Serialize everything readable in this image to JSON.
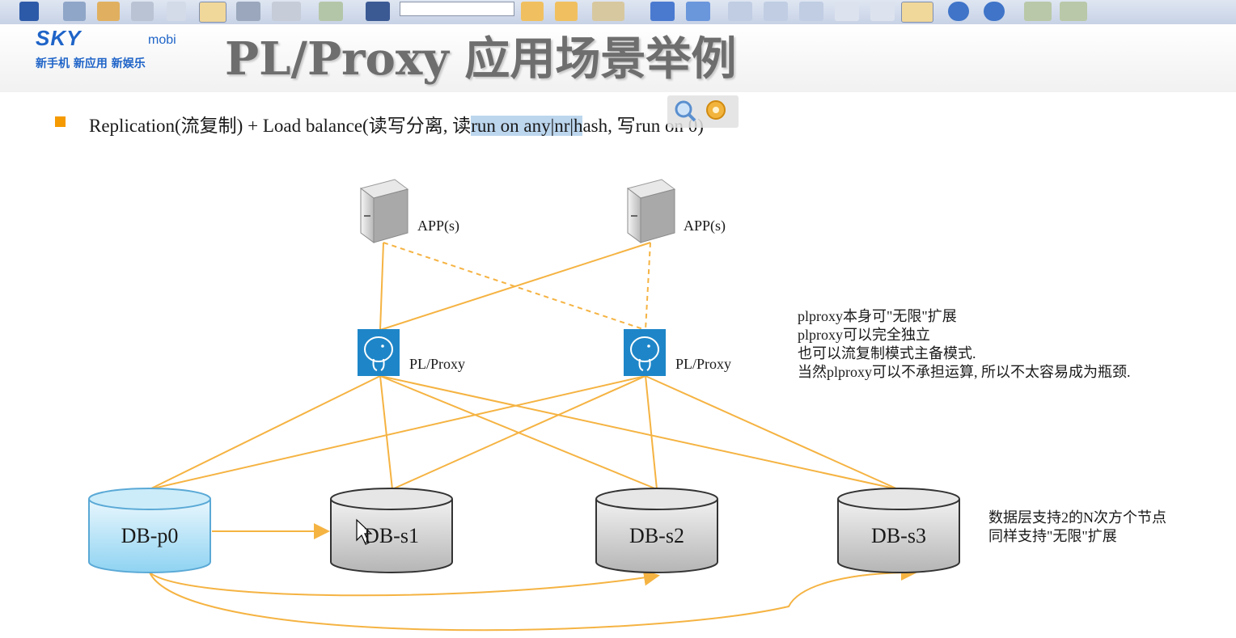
{
  "logo": {
    "brand": "SKY",
    "suffix": "mobi",
    "tagline": "新手机 新应用 新娱乐"
  },
  "title": "PL/Proxy 应用场景举例",
  "bullet": {
    "pre": "Replication(流复制) + Load balance(读写分离, 读",
    "highlight": "run on any|nr|h",
    "post": "ash, 写run on 0)"
  },
  "apps": [
    {
      "label": "APP(s)"
    },
    {
      "label": "APP(s)"
    }
  ],
  "proxies": [
    {
      "label": "PL/Proxy"
    },
    {
      "label": "PL/Proxy"
    }
  ],
  "databases": [
    {
      "label": "DB-p0",
      "role": "primary"
    },
    {
      "label": "DB-s1",
      "role": "standby"
    },
    {
      "label": "DB-s2",
      "role": "standby"
    },
    {
      "label": "DB-s3",
      "role": "standby"
    }
  ],
  "notes": {
    "proxy_lines": [
      "plproxy本身可\"无限\"扩展",
      "plproxy可以完全独立",
      "也可以流复制模式主备模式.",
      "当然plproxy可以不承担运算, 所以不太容易成为瓶颈."
    ],
    "db_lines": [
      "数据层支持2的N次方个节点",
      "同样支持\"无限\"扩展"
    ]
  },
  "colors": {
    "connector": "#f5b342",
    "postgres_blue": "#1e86c8",
    "primary_db": "#a8def5",
    "standby_db": "#c9c9c9",
    "logo_blue": "#1f64c8",
    "bullet": "#f59a00"
  },
  "icons": {
    "app": "server-icon",
    "proxy": "postgresql-elephant-icon",
    "floating": [
      "search-icon",
      "gear-icon"
    ]
  }
}
